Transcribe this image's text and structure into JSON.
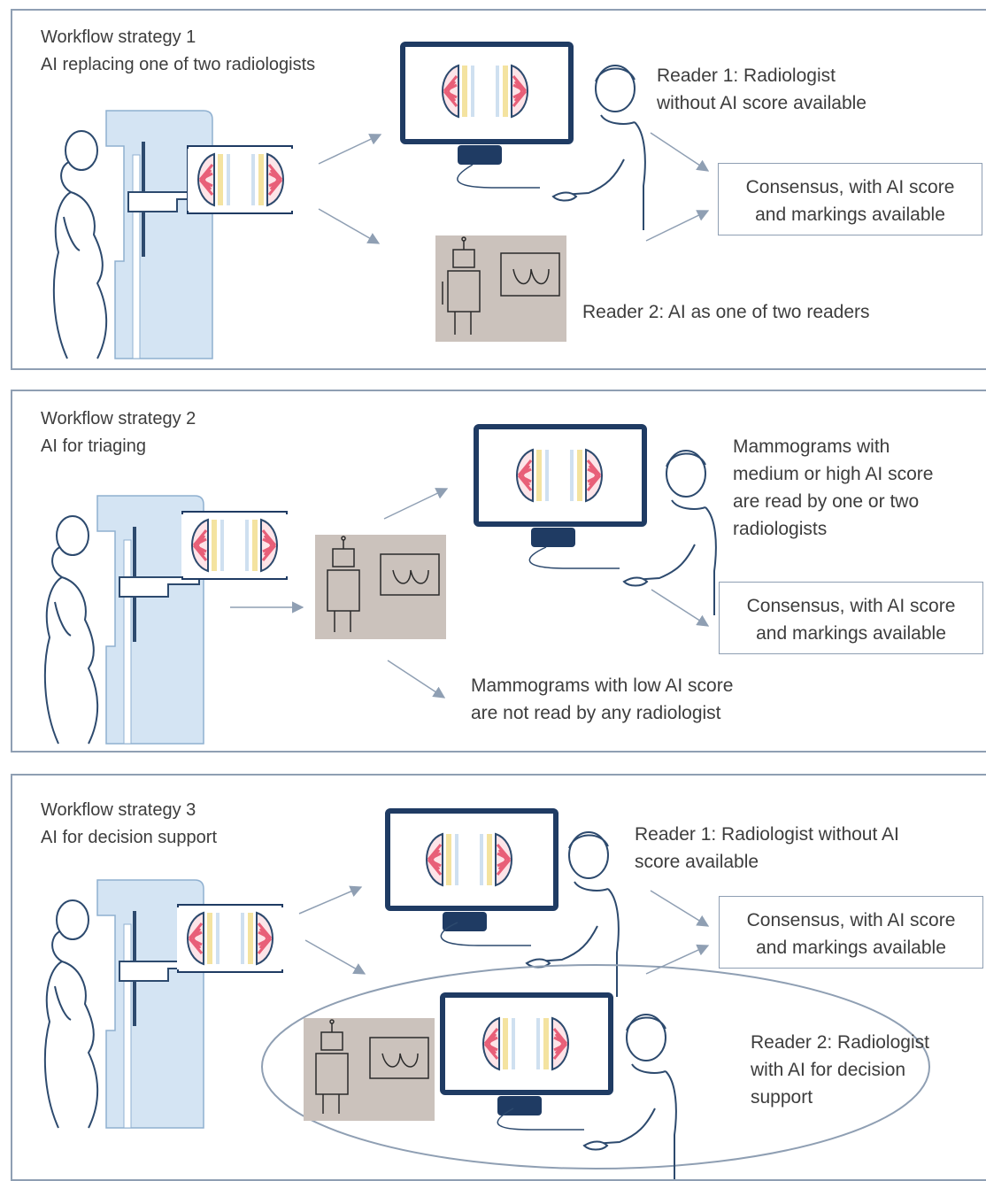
{
  "panel1": {
    "title_line1": "Workflow strategy 1",
    "title_line2": "AI replacing one of two radiologists",
    "reader1_line1": "Reader 1: Radiologist",
    "reader1_line2": "without AI score available",
    "consensus_line1": "Consensus, with AI score",
    "consensus_line2": "and markings available",
    "reader2": "Reader 2: AI as one of two readers"
  },
  "panel2": {
    "title_line1": "Workflow strategy 2",
    "title_line2": "AI for triaging",
    "high_line1": "Mammograms with",
    "high_line2": "medium or high AI score",
    "high_line3": "are read by one or two",
    "high_line4": "radiologists",
    "consensus_line1": "Consensus, with AI score",
    "consensus_line2": "and markings available",
    "low_line1": "Mammograms with low AI score",
    "low_line2": "are not read by any radiologist"
  },
  "panel3": {
    "title_line1": "Workflow strategy 3",
    "title_line2": "AI for decision support",
    "reader1_line1": "Reader 1: Radiologist without AI",
    "reader1_line2": "score available",
    "consensus_line1": "Consensus, with AI score",
    "consensus_line2": "and markings available",
    "reader2_line1": "Reader 2: Radiologist",
    "reader2_line2": "with AI for decision",
    "reader2_line3": "support"
  },
  "colors": {
    "panel_border": "#8f9fb3",
    "monitor": "#1f3b63",
    "machine": "#cfe0f0",
    "arrow": "#8f9fb3",
    "breast_tissue": "#f08a9a",
    "implant_band": "#f4e3a0"
  }
}
